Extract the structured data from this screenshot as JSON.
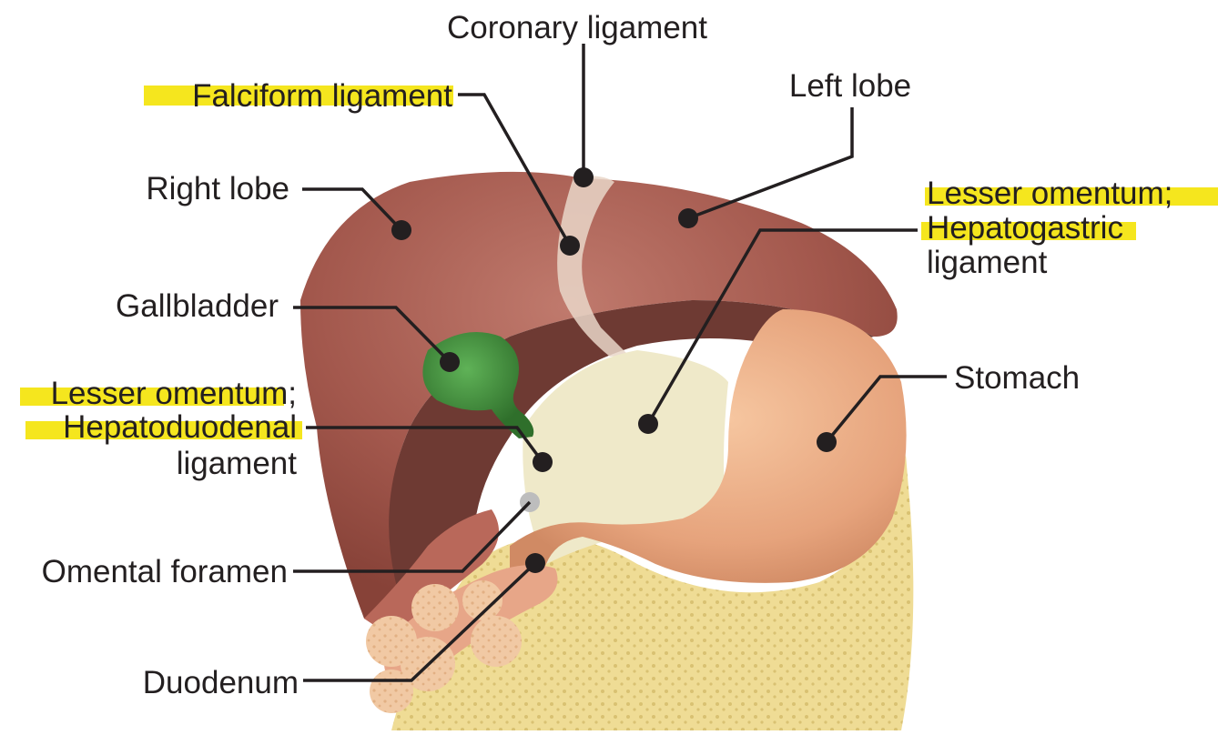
{
  "labels": {
    "coronary_ligament": "Coronary ligament",
    "falciform_ligament": "Falciform ligament",
    "left_lobe": "Left lobe",
    "right_lobe": "Right lobe",
    "lesser_omentum_hg_1": "Lesser omentum;",
    "lesser_omentum_hg_2": "Hepatogastric",
    "lesser_omentum_hg_3": "ligament",
    "gallbladder": "Gallbladder",
    "stomach": "Stomach",
    "lesser_omentum_hd_1": "Lesser omentum;",
    "lesser_omentum_hd_2": "Hepatoduodenal",
    "lesser_omentum_hd_3": "ligament",
    "omental_foramen": "Omental foramen",
    "duodenum": "Duodenum"
  },
  "colors": {
    "highlight": "#f5e61e",
    "leader_line": "#231f20",
    "liver": "#a3584d",
    "liver_dark": "#6e3a33",
    "gallbladder": "#3f8a3a",
    "stomach": "#e6a37c",
    "omentum": "#efe9c9",
    "fat": "#ecd98c"
  }
}
